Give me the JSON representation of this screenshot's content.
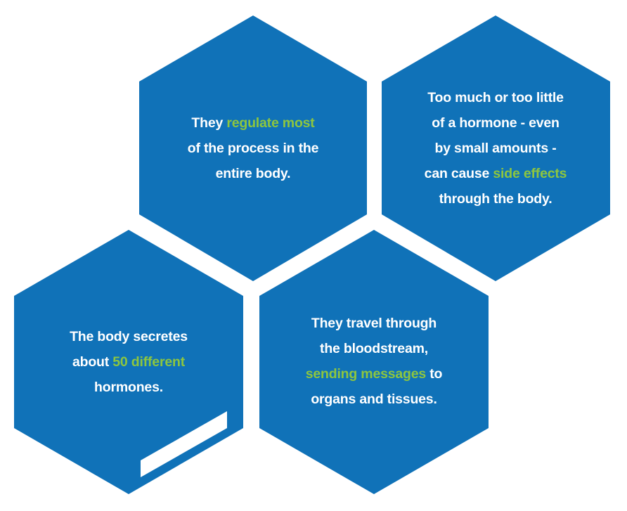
{
  "colors": {
    "hexagon": "#1072b8",
    "highlight": "#8dc63f",
    "text": "#ffffff"
  },
  "facts": [
    {
      "lines": [
        [
          "They ",
          "regulate most",
          ""
        ],
        [
          "of the process in the"
        ],
        [
          "entire body."
        ]
      ]
    },
    {
      "lines": [
        [
          "Too much or too little"
        ],
        [
          "of a hormone - even"
        ],
        [
          "by small amounts -"
        ],
        [
          "can cause ",
          "side effects",
          ""
        ],
        [
          "through the body."
        ]
      ]
    },
    {
      "lines": [
        [
          "The body secretes"
        ],
        [
          "about ",
          "50 different",
          ""
        ],
        [
          "hormones."
        ]
      ]
    },
    {
      "lines": [
        [
          "They travel through"
        ],
        [
          "the bloodstream,"
        ],
        [
          "",
          "sending messages",
          " to"
        ],
        [
          "organs and tissues."
        ]
      ]
    }
  ]
}
